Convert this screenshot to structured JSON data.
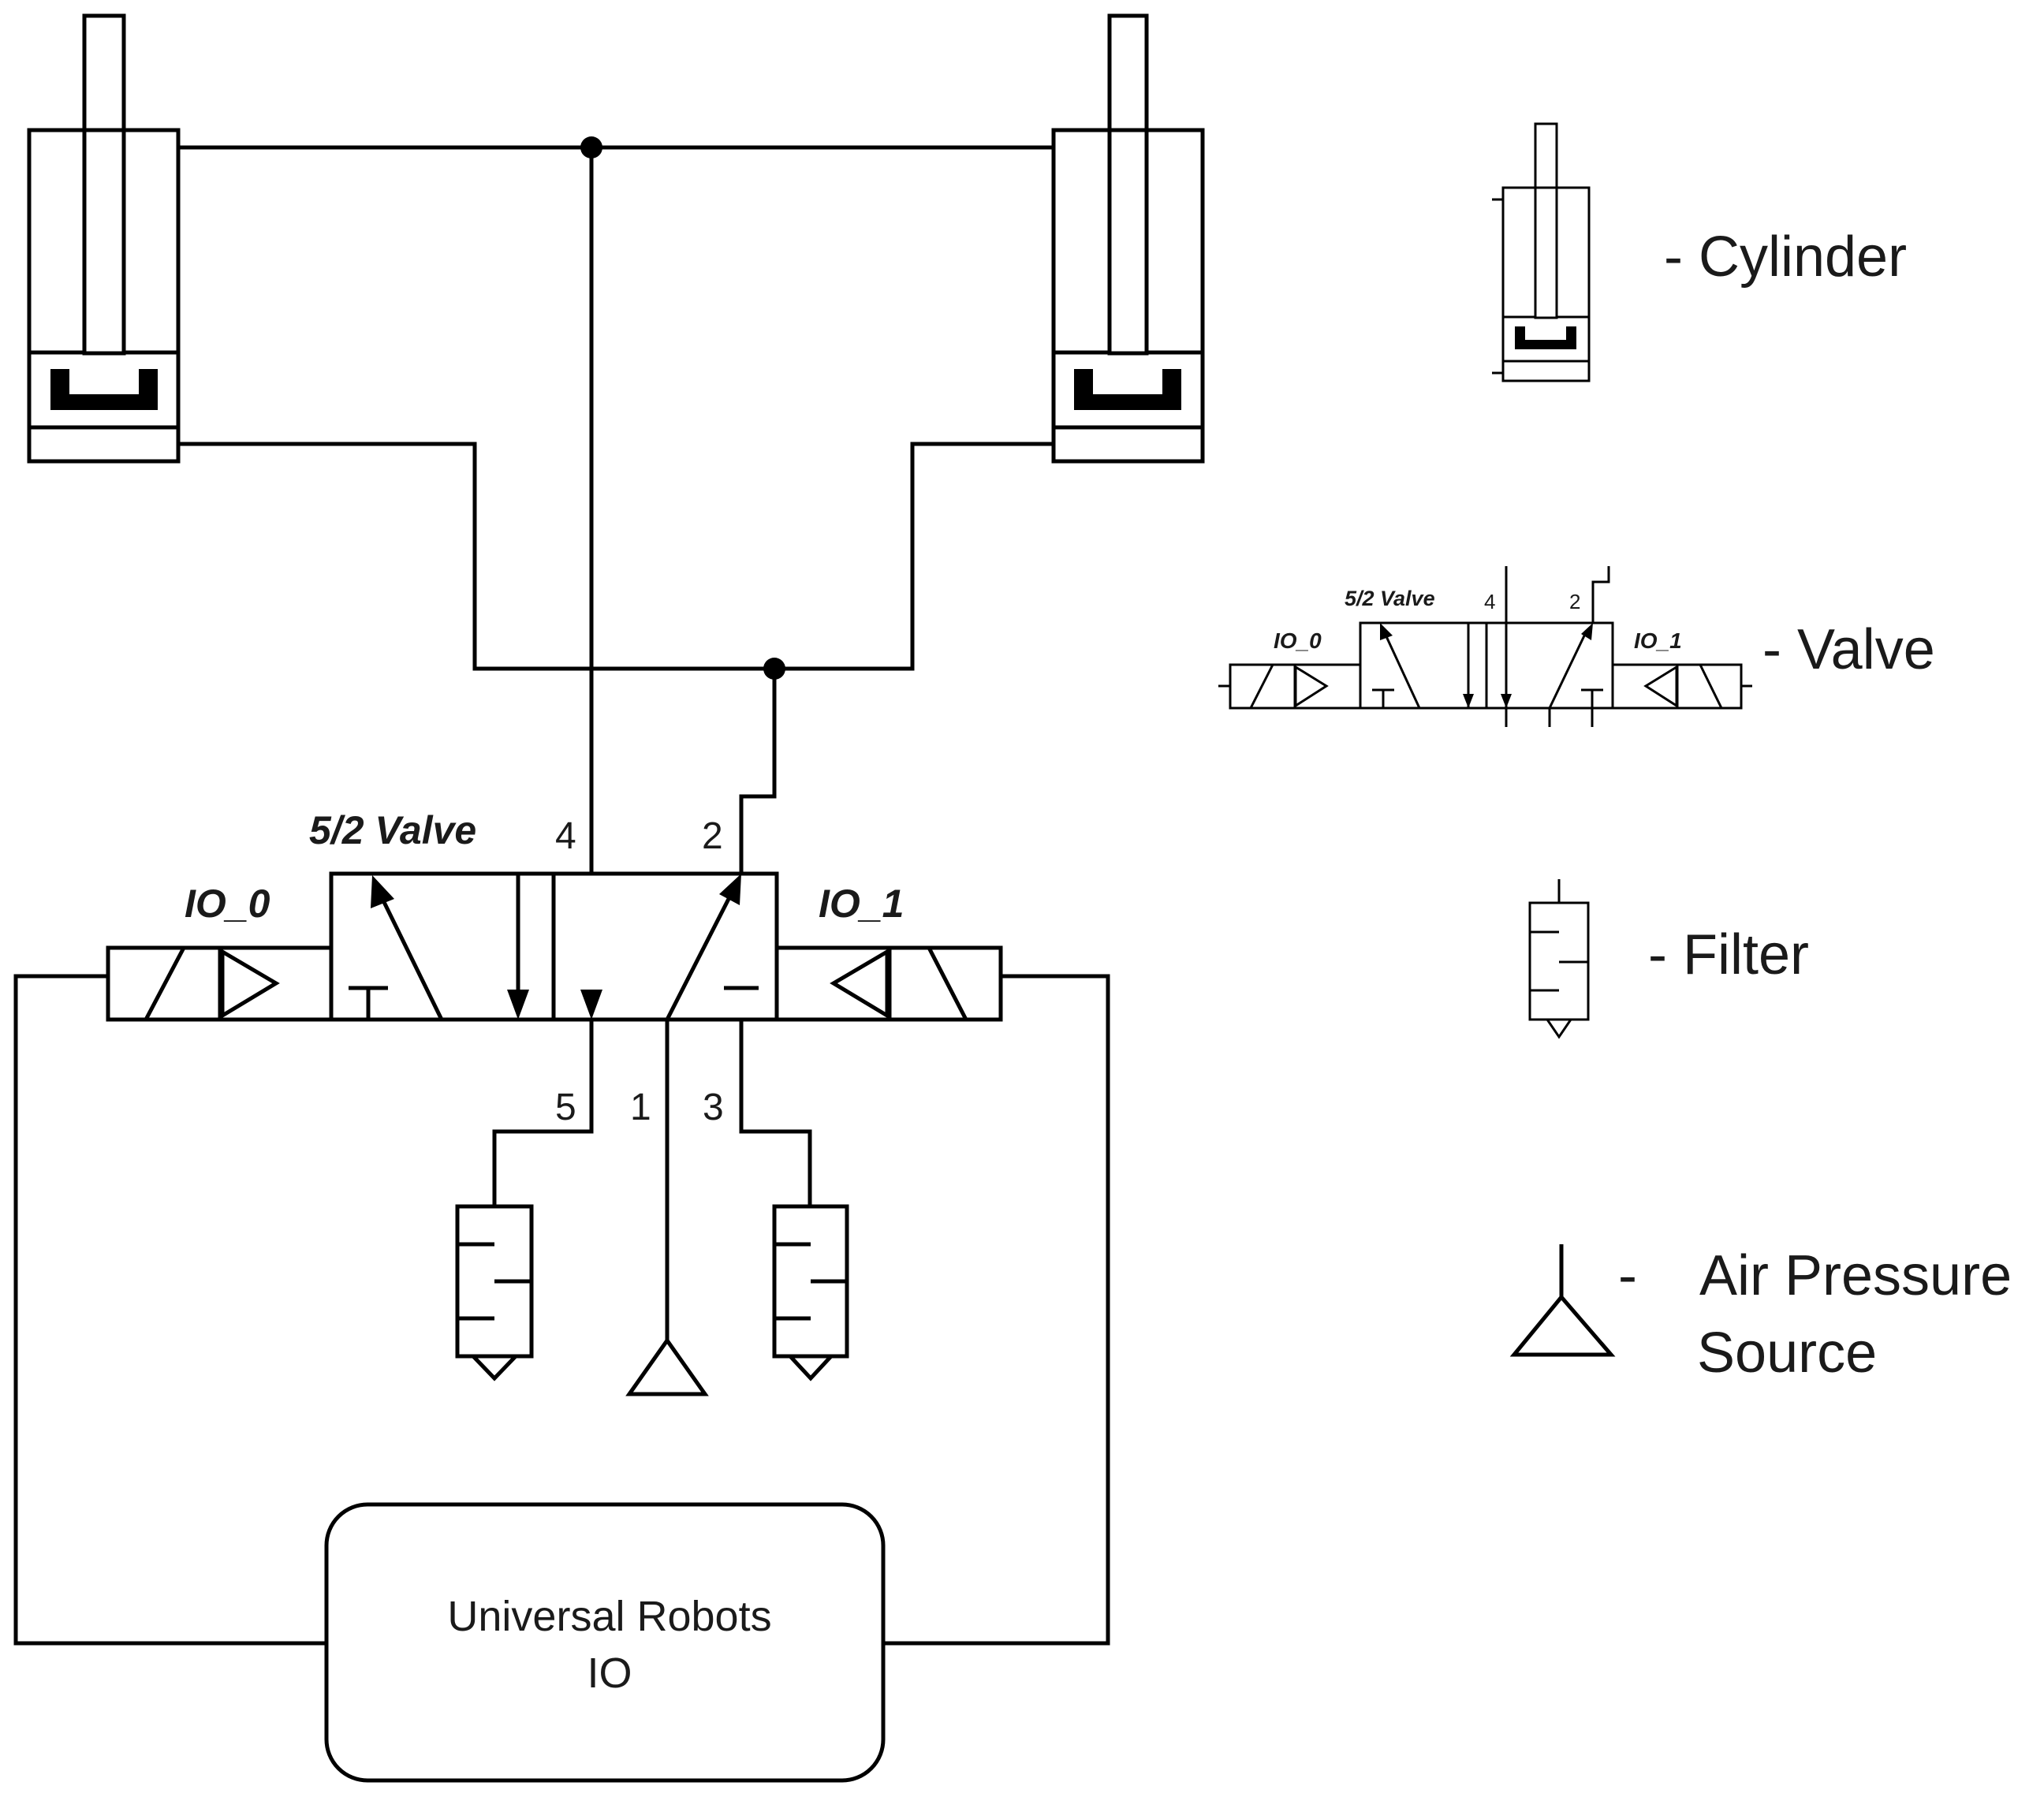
{
  "diagram": {
    "valve_label": "5/2 Valve",
    "port_labels": {
      "p4": "4",
      "p2": "2",
      "p5": "5",
      "p1": "1",
      "p3": "3"
    },
    "solenoid_left": "IO_0",
    "solenoid_right": "IO_1",
    "controller": {
      "line1": "Universal Robots",
      "line2": "IO"
    }
  },
  "legend": {
    "cylinder": "- Cylinder",
    "valve": "- Valve",
    "valve_icon": {
      "label": "5/2 Valve",
      "port4": "4",
      "port2": "2",
      "io_left": "IO_0",
      "io_right": "IO_1"
    },
    "filter": "- Filter",
    "air_dash": "-",
    "air_line1": "Air Pressure",
    "air_line2": "Source"
  }
}
